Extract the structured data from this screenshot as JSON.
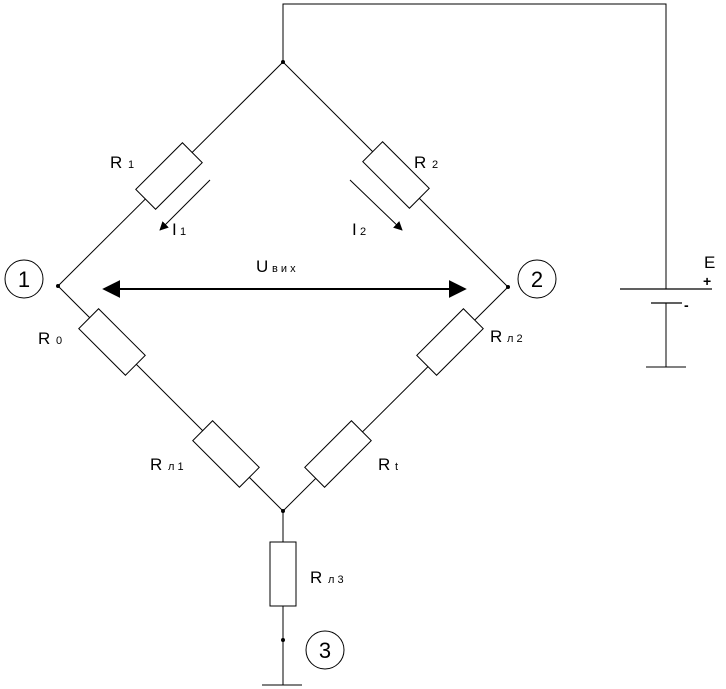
{
  "resistors": {
    "r1": {
      "main": "R",
      "sub": "1"
    },
    "r2": {
      "main": "R",
      "sub": "2"
    },
    "r0": {
      "main": "R",
      "sub": "0"
    },
    "rl2": {
      "main": "R",
      "sub": "л 2"
    },
    "rl1": {
      "main": "R",
      "sub": "л 1"
    },
    "rt": {
      "main": "R",
      "sub": "t"
    },
    "rl3": {
      "main": "R",
      "sub": "л 3"
    }
  },
  "currents": {
    "i1": {
      "main": "I",
      "sub": "1"
    },
    "i2": {
      "main": "I",
      "sub": "2"
    }
  },
  "voltage": {
    "main": "U",
    "sub": "в и х"
  },
  "source": {
    "label": "E",
    "plus": "+",
    "minus": "-"
  },
  "nodes": {
    "n1": "1",
    "n2": "2",
    "n3": "3"
  }
}
